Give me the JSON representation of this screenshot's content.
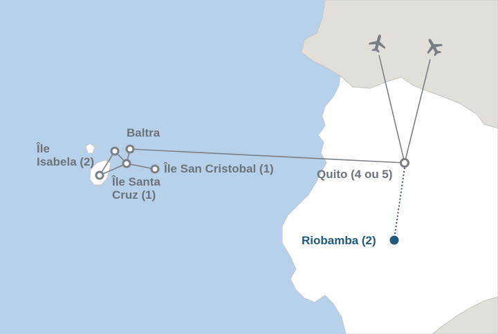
{
  "map": {
    "colors": {
      "sea": "#b7d1ea",
      "land_main": "#ffffff",
      "land_neighbor": "#e2dfdb",
      "coast": "#c9c6c2",
      "route": "#7a7f85",
      "marker_ring": "#7a7f85",
      "destination": "#1f5a7e"
    },
    "icons": {
      "plane_left": "airplane-icon",
      "plane_right": "airplane-icon"
    },
    "places": {
      "baltra": {
        "label": "Baltra"
      },
      "isabela": {
        "label": "Île\nIsabela (2)"
      },
      "santa_cruz": {
        "label": "Île Santa\nCruz (1)"
      },
      "san_cristobal": {
        "label": "Île San Cristobal (1)"
      },
      "quito": {
        "label": "Quito (4 ou 5)"
      },
      "riobamba": {
        "label": "Riobamba (2)"
      }
    }
  }
}
